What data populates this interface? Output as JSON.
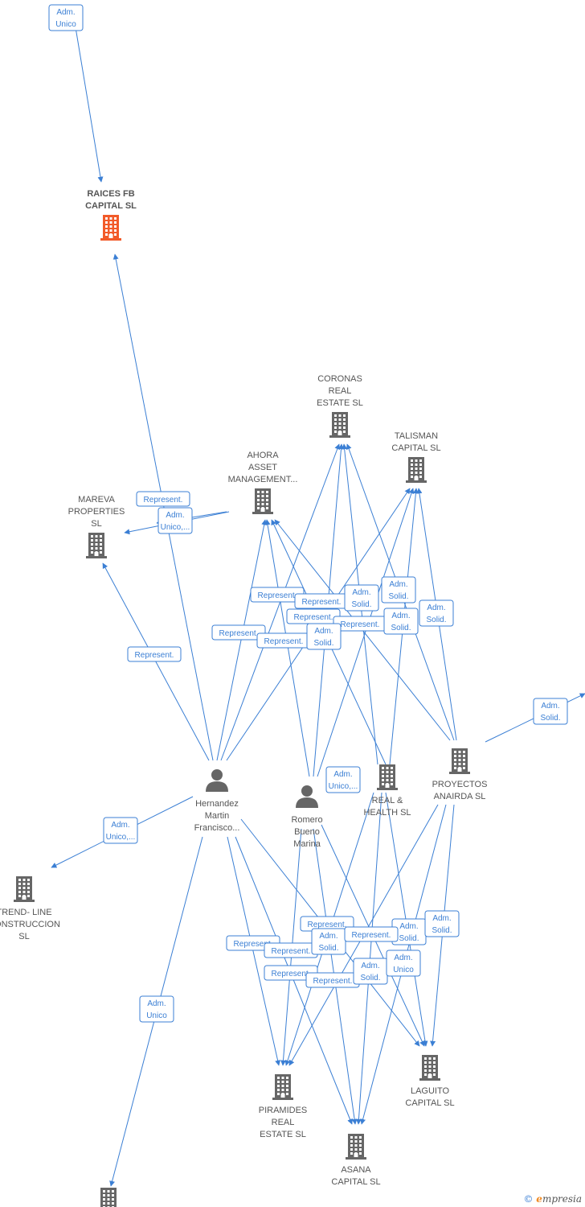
{
  "colors": {
    "edge": "#3b7fd4",
    "building": "#666666",
    "building_accent": "#f25a29",
    "person": "#666666"
  },
  "nodes": [
    {
      "id": "raices",
      "kind": "building-accent",
      "lines": [
        "RAICES FB",
        "CAPITAL  SL"
      ]
    },
    {
      "id": "coronas",
      "kind": "building",
      "lines": [
        "CORONAS",
        "REAL",
        "ESTATE  SL"
      ]
    },
    {
      "id": "talisman",
      "kind": "building",
      "lines": [
        "TALISMAN",
        "CAPITAL  SL"
      ]
    },
    {
      "id": "ahora",
      "kind": "building",
      "lines": [
        "AHORA",
        "ASSET",
        "MANAGEMENT..."
      ]
    },
    {
      "id": "mareva",
      "kind": "building",
      "lines": [
        "MAREVA",
        "PROPERTIES",
        "SL"
      ]
    },
    {
      "id": "hernandez",
      "kind": "person",
      "lines": [
        "Hernandez",
        "Martin",
        "Francisco..."
      ]
    },
    {
      "id": "romero",
      "kind": "person",
      "lines": [
        "Romero",
        "Bueno",
        "Marina"
      ]
    },
    {
      "id": "realhealth",
      "kind": "building",
      "lines": [
        "REAL &",
        "HEALTH  SL"
      ]
    },
    {
      "id": "proyectos",
      "kind": "building",
      "lines": [
        "PROYECTOS",
        "ANAIRDA  SL"
      ]
    },
    {
      "id": "trendline",
      "kind": "building",
      "lines": [
        "TREND- LINE",
        "CONSTRUCCION",
        "SL"
      ]
    },
    {
      "id": "piramides",
      "kind": "building",
      "lines": [
        "PIRAMIDES",
        "REAL",
        "ESTATE  SL"
      ]
    },
    {
      "id": "laguito",
      "kind": "building",
      "lines": [
        "LAGUITO",
        "CAPITAL  SL"
      ]
    },
    {
      "id": "asana",
      "kind": "building",
      "lines": [
        "ASANA",
        "CAPITAL  SL"
      ]
    },
    {
      "id": "bottom",
      "kind": "building",
      "lines": []
    }
  ],
  "edge_labels": [
    [
      "Adm.",
      "Unico"
    ],
    [
      "Represent."
    ],
    [
      "Adm.",
      "Unico,..."
    ],
    [
      "Represent."
    ],
    [
      "Represent."
    ],
    [
      "Represent."
    ],
    [
      "Represent."
    ],
    [
      "Represent."
    ],
    [
      "Represent."
    ],
    [
      "Represent."
    ],
    [
      "Adm.",
      "Solid."
    ],
    [
      "Adm.",
      "Solid."
    ],
    [
      "Adm.",
      "Solid."
    ],
    [
      "Adm.",
      "Solid."
    ],
    [
      "Adm.",
      "Solid."
    ],
    [
      "Adm.",
      "Solid."
    ],
    [
      "Adm.",
      "Unico,..."
    ],
    [
      "Adm.",
      "Unico,..."
    ],
    [
      "Adm.",
      "Unico"
    ],
    [
      "Represent."
    ],
    [
      "Represent."
    ],
    [
      "Represent."
    ],
    [
      "Represent."
    ],
    [
      "Represent."
    ],
    [
      "Adm.",
      "Solid."
    ],
    [
      "Adm.",
      "Solid."
    ],
    [
      "Adm.",
      "Solid."
    ],
    [
      "Adm.",
      "Solid."
    ],
    [
      "Adm.",
      "Unico"
    ]
  ],
  "brand": {
    "copyright": "©",
    "initial": "e",
    "rest": "mpresia"
  }
}
